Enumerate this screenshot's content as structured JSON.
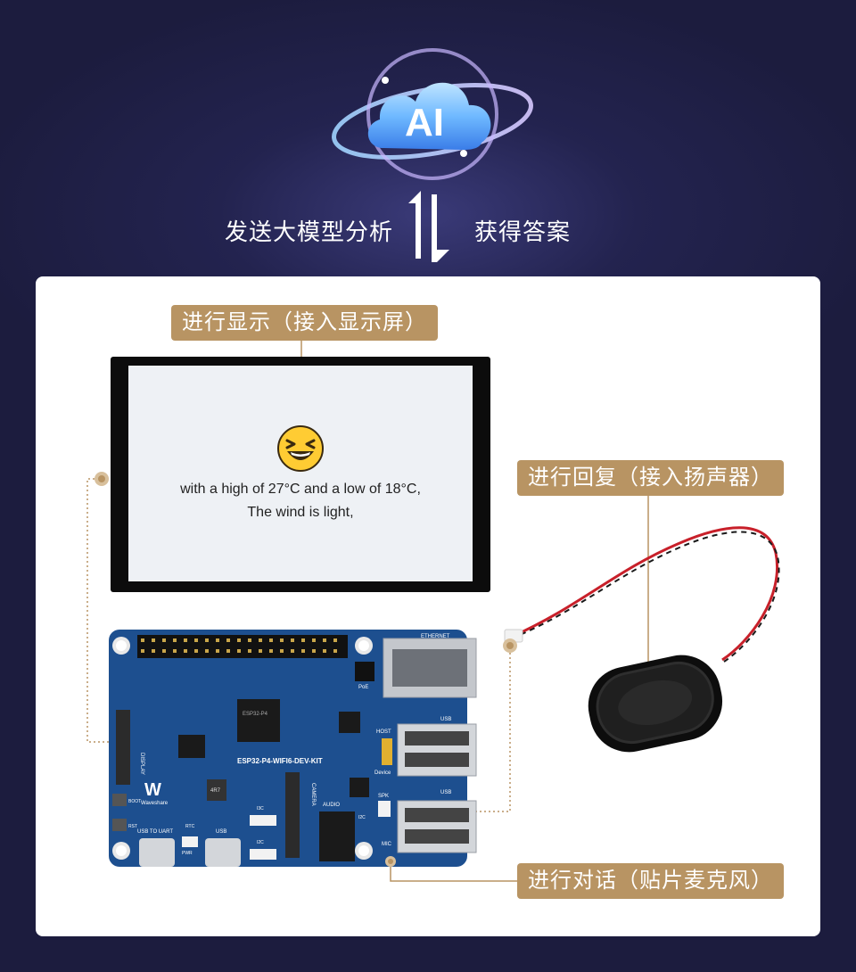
{
  "flow": {
    "send_label": "发送大模型分析",
    "receive_label": "获得答案",
    "ai_badge": "AI"
  },
  "tags": {
    "display": "进行显示（接入显示屏）",
    "reply": "进行回复（接入扬声器）",
    "mic": "进行对话（贴片麦克风）"
  },
  "screen": {
    "line1": "with a high of 27°C and a low of 18°C,",
    "line2": "The wind is light,"
  },
  "board": {
    "name": "ESP32-P4-WIFI6-DEV-KIT",
    "brand": "Waveshare",
    "silk": {
      "ethernet": "ETHERNET",
      "usb1": "USB",
      "usb2": "USB",
      "host": "HOST",
      "device": "Device",
      "spk": "SPK",
      "mic": "MIC",
      "audio": "AUDIO",
      "camera": "CAMERA",
      "display": "DISPLAY",
      "boot": "BOOT",
      "rst": "RST",
      "usb_to_uart": "USB TO UART",
      "pwr": "PWR",
      "rtc": "RTC",
      "usb3": "USB",
      "i2c1": "I2C",
      "i2c2": "I2C",
      "i3c": "I3C",
      "poe": "PoE",
      "inductor": "4R7",
      "chip": "ESP32-P4"
    }
  },
  "colors": {
    "background": "#1f1f44",
    "panel": "#ffffff",
    "tag": "#b89463",
    "board": "#1d4f8f"
  }
}
